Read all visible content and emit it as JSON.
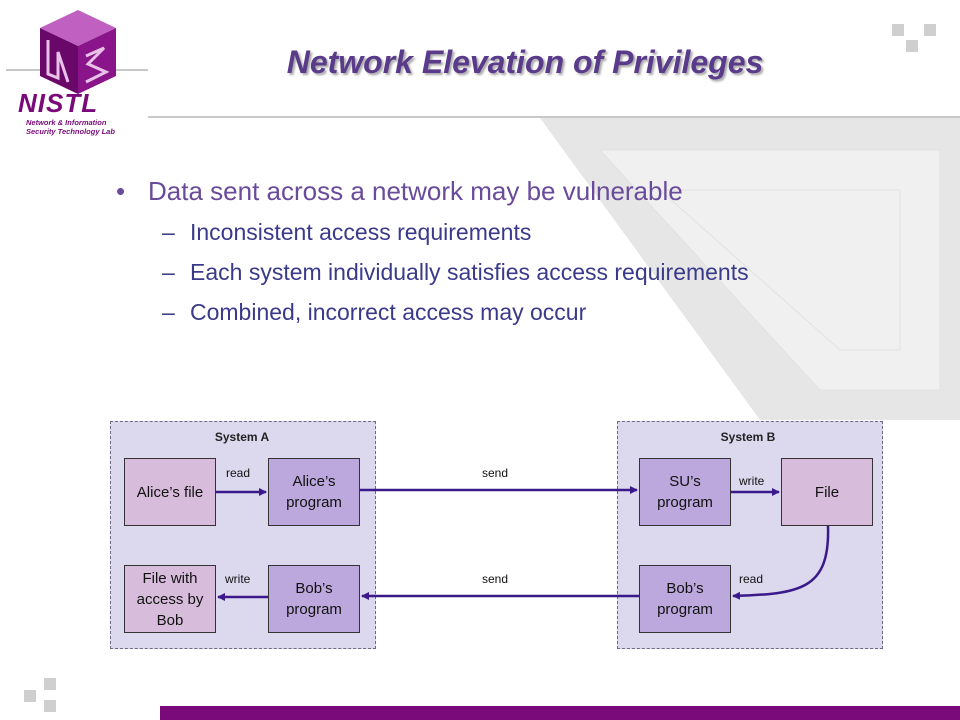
{
  "header": {
    "title": "Network Elevation of Privileges",
    "logo_word": "NISTL",
    "logo_subtitle_line1": "Network & Information",
    "logo_subtitle_line2": "Security Technology Lab"
  },
  "bullets": {
    "main": "Data sent across a network may be vulnerable",
    "subs": [
      "Inconsistent access requirements",
      "Each system individually satisfies access requirements",
      "Combined, incorrect access may occur"
    ]
  },
  "diagram": {
    "system_a": {
      "label": "System A",
      "alice_file": "Alice’s file",
      "alice_program": "Alice’s program",
      "bob_file": "File with access by Bob",
      "bob_program": "Bob’s program"
    },
    "system_b": {
      "label": "System B",
      "su_program": "SU’s program",
      "file": "File",
      "bob_program": "Bob’s program"
    },
    "edges": {
      "read_a": "read",
      "write_a": "write",
      "send_top": "send",
      "send_bottom": "send",
      "write_b": "write",
      "read_b": "read"
    }
  },
  "colors": {
    "accent": "#7a0a7a",
    "title": "#5a3a8a",
    "arrow": "#3a1a8a"
  }
}
